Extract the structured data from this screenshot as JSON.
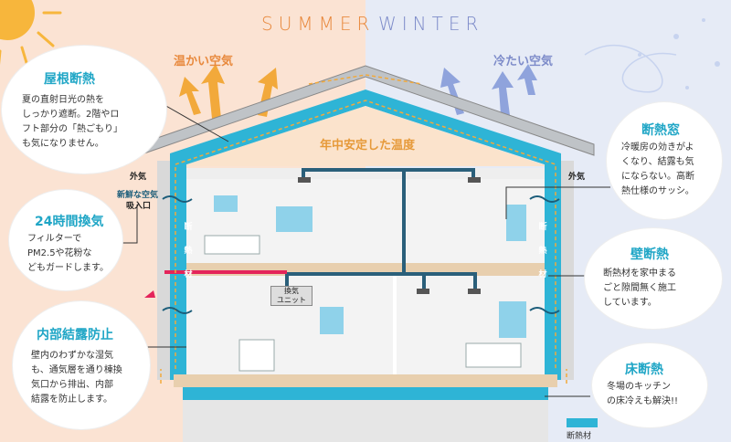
{
  "seasons": {
    "summer": "SUMMER",
    "winter": "WINTER"
  },
  "air": {
    "warm": "温かい空気",
    "cold": "冷たい空気"
  },
  "center_label": "年中安定した温度",
  "outside_air": {
    "left": "外気",
    "right": "外気"
  },
  "intake": {
    "line1": "新鮮な空気",
    "line2": "吸入口"
  },
  "insulation_vertical": {
    "left": [
      "断",
      "熱",
      "材"
    ],
    "right": [
      "断",
      "熱",
      "材"
    ]
  },
  "ventilation_unit": {
    "line1": "換気",
    "line2": "ユニット"
  },
  "legend_label": "断熱材",
  "bubbles": {
    "roof": {
      "title": "屋根断熱",
      "lines": [
        "夏の直射日光の熱を",
        "しっかり遮断。2階やロ",
        "フト部分の「熱ごもり」",
        "も気になりません。"
      ]
    },
    "ventilation": {
      "title": "24時間換気",
      "lines": [
        "フィルターで",
        "PM2.5や花粉な",
        "どもガードします。"
      ]
    },
    "condensation": {
      "title": "内部結露防止",
      "lines": [
        "壁内のわずかな湿気",
        "も、通気層を通り棟換",
        "気口から排出、内部",
        "結露を防止します。"
      ]
    },
    "window": {
      "title": "断熱窓",
      "lines": [
        "冷暖房の効きがよ",
        "くなり、結露も気",
        "にならない。高断",
        "熱仕様のサッシ。"
      ]
    },
    "wall": {
      "title": "壁断熱",
      "lines": [
        "断熱材を家中まる",
        "ごと隙間無く施工",
        "しています。"
      ]
    },
    "floor": {
      "title": "床断熱",
      "lines": [
        "冬場のキッチン",
        "の床冷えも解決!!"
      ]
    }
  },
  "colors": {
    "summer_bg": "#fbe3d3",
    "winter_bg": "#e6ebf6",
    "insulation": "#2eb4d6",
    "warm_arrow": "#f2a93b",
    "cold_arrow": "#8fa3dc",
    "title": "#20a6c6"
  }
}
